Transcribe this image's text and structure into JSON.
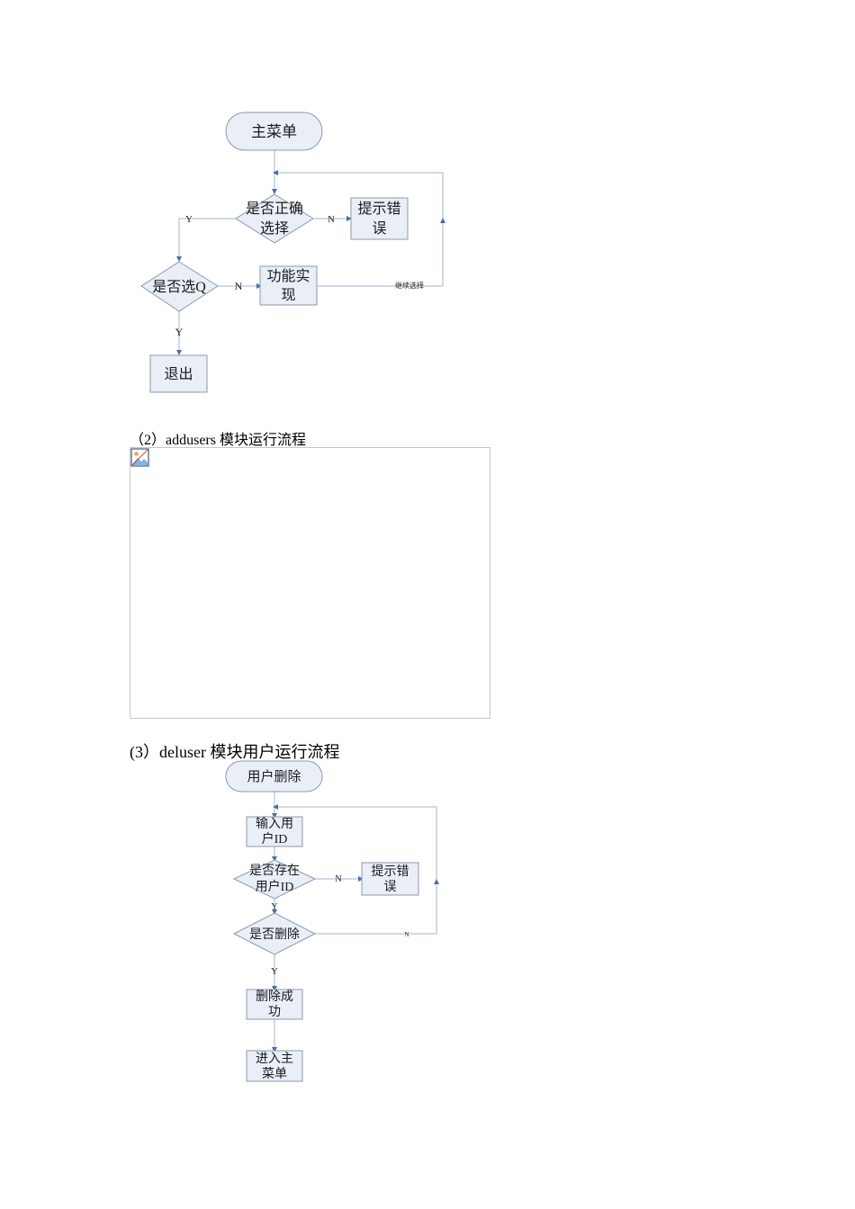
{
  "flowchart_main": {
    "start": "主菜单",
    "decision_valid": [
      "是否正确",
      "选择"
    ],
    "error_box": [
      "提示错",
      "误"
    ],
    "decision_q": "是否选Q",
    "function_box": [
      "功能实",
      "现"
    ],
    "exit_box": "退出",
    "label_y1": "Y",
    "label_n1": "N",
    "label_n2": "N",
    "label_y2": "Y",
    "label_continue": "继续选择"
  },
  "section2": {
    "caption": "（2）addusers 模块运行流程",
    "image_placeholder": "broken-image-icon"
  },
  "section3": {
    "caption": "(3）deluser 模块用户运行流程"
  },
  "flowchart_del": {
    "start": "用户删除",
    "input_box": [
      "输入用",
      "户ID"
    ],
    "decision_exist": [
      "是否存在",
      "用户ID"
    ],
    "error_box": [
      "提示错",
      "误"
    ],
    "decision_delete": "是否删除",
    "success_box": [
      "删除成",
      "功"
    ],
    "menu_box": [
      "进入主",
      "菜单"
    ],
    "label_n1": "N",
    "label_y1": "Y",
    "label_n2": "N",
    "label_y2": "Y"
  },
  "colors": {
    "node_fill": "#e9eef7",
    "node_stroke": "#8a9aae",
    "line": "#a3b6d0",
    "arrow": "#4a6fa5"
  }
}
